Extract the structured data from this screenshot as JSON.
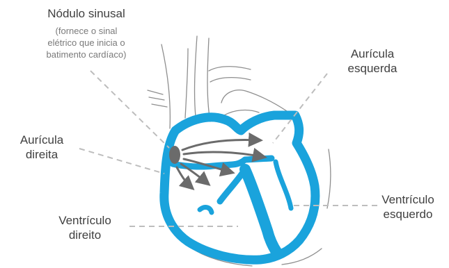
{
  "colors": {
    "muscle": "#1aa3dc",
    "outline": "#8e8e8e",
    "leader": "#bdbdbd",
    "node": "#6b6b6b",
    "arrow": "#6b6b6b",
    "text": "#3f3f3f",
    "subtext": "#7a7a7a"
  },
  "labels": {
    "sinus_node": {
      "title": "Nódulo sinusal",
      "note": "(fornece o sinal\nelétrico que inicia o\nbatimento cardíaco)"
    },
    "left_atrium": "Aurícula\nesquerda",
    "right_atrium": "Aurícula\ndireita",
    "left_ventricle": "Ventrículo\nesquerdo",
    "right_ventricle": "Ventrículo\ndireito"
  }
}
